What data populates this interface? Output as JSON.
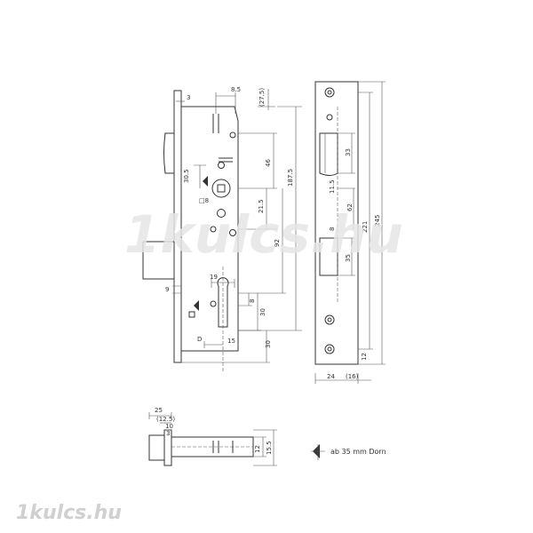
{
  "watermark": {
    "center": "1kulcs.hu",
    "footer": "1kulcs.hu"
  },
  "front_view": {
    "labels": {
      "d_3": "3",
      "d_8_5": "8.5",
      "d_27_5": "(27.5)",
      "d_46": "46",
      "d_30_5": "30.5",
      "d_187_5": "187.5",
      "d_21_5": "21.5",
      "d_square": "□8",
      "d_92": "92",
      "d_19": "19",
      "d_9": "9",
      "d_8": "8",
      "d_30a": "30",
      "d_15": "15",
      "d_D": "D",
      "d_30b": "30"
    }
  },
  "faceplate": {
    "labels": {
      "d_33": "33",
      "d_11_5": "11.5",
      "d_62": "62",
      "d_8": "8",
      "d_221": "221",
      "d_245": "245",
      "d_35": "35",
      "d_12": "12",
      "d_24": "24",
      "d_16": "(16)"
    }
  },
  "side_view": {
    "labels": {
      "d_25": "25",
      "d_12_5": "(12.5)",
      "d_10": "10",
      "d_3": "3",
      "d_12": "12",
      "d_15_5": "15.5"
    }
  },
  "legend": {
    "text": "ab 35 mm Dorn"
  }
}
